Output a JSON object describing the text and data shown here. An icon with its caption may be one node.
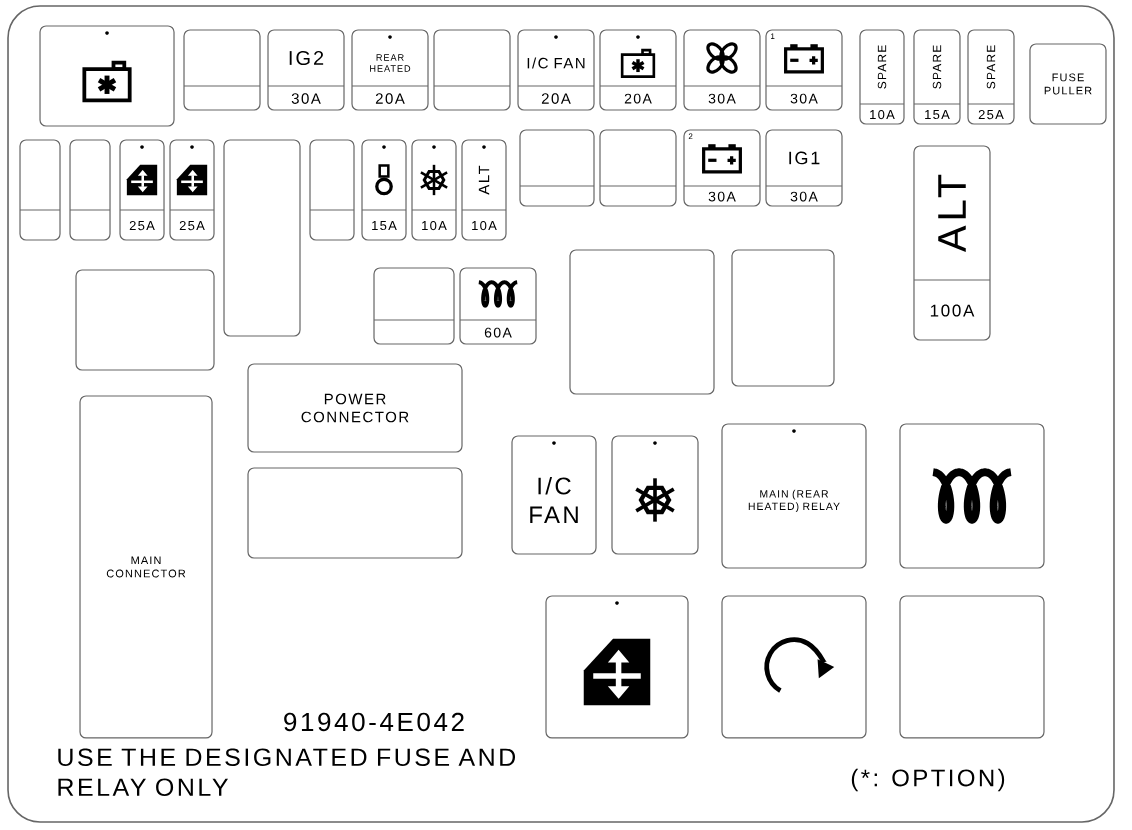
{
  "diagram": {
    "nodes": [
      {
        "text": [],
        "shape": "box"
      },
      {
        "text": [],
        "shape": "box"
      },
      {
        "text": [
          "IG2",
          "30A"
        ]
      },
      {
        "text": [
          "REAR HEATED",
          "20A"
        ]
      },
      {
        "text": [],
        "shape": "box"
      },
      {
        "text": [
          "I/C FAN",
          "20A"
        ]
      },
      {
        "text": [
          "20A"
        ]
      },
      {
        "text": [
          "30A"
        ]
      },
      {
        "text": [
          "1",
          "30A"
        ]
      },
      {
        "text": [
          "SPARE",
          "10A"
        ]
      },
      {
        "text": [
          "SPARE",
          "15A"
        ]
      },
      {
        "text": [
          "SPARE",
          "25A"
        ]
      },
      {
        "text": [
          "FUSE PULLER"
        ]
      },
      {
        "text": [],
        "shape": "box"
      },
      {
        "text": [],
        "shape": "box"
      },
      {
        "text": [
          "25A"
        ]
      },
      {
        "text": [
          "25A"
        ]
      },
      {
        "text": [],
        "shape": "box"
      },
      {
        "text": [],
        "shape": "box"
      },
      {
        "text": [
          "15A"
        ]
      },
      {
        "text": [
          "10A"
        ]
      },
      {
        "text": [
          "ALT",
          "10A"
        ]
      },
      {
        "text": [],
        "shape": "box"
      },
      {
        "text": [],
        "shape": "box"
      },
      {
        "text": [
          "2",
          "30A"
        ]
      },
      {
        "text": [
          "IG1",
          "30A"
        ]
      },
      {
        "text": [
          "ALT",
          "100A"
        ]
      },
      {
        "text": [],
        "shape": "box"
      },
      {
        "text": [],
        "shape": "box"
      },
      {
        "text": [
          "60A"
        ]
      },
      {
        "text": [],
        "shape": "box"
      },
      {
        "text": [],
        "shape": "box"
      },
      {
        "text": [
          "POWER CONNECTOR"
        ]
      },
      {
        "text": [
          "MAIN CONNECTOR"
        ]
      },
      {
        "text": [],
        "shape": "box"
      },
      {
        "text": [
          "I/C FAN"
        ]
      },
      {
        "text": [],
        "shape": "box"
      },
      {
        "text": [
          "MAIN (REAR HEATED) RELAY"
        ]
      },
      {
        "text": [],
        "shape": "box"
      },
      {
        "text": [],
        "shape": "box"
      },
      {
        "text": [],
        "shape": "box"
      },
      {
        "text": [],
        "shape": "box"
      }
    ],
    "labels": [
      "91940-4E042",
      "USE THE DESIGNATED FUSE AND RELAY ONLY",
      "(*: OPTION)"
    ]
  }
}
